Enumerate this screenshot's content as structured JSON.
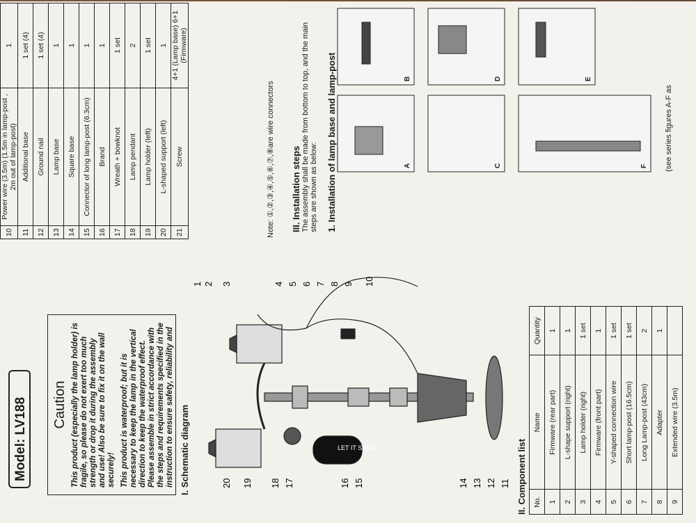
{
  "model": "Model: LV188",
  "caution": {
    "title": "Caution",
    "p1": "This product (especially the lamp holder) is fragile, so please do not exert too much strength or drop it during the assembly and use! Also be sure to fix it on the wall securely!",
    "p2": "This product is waterproof; but it is necessary to keep the lamp in the vertical direction to keep the waterproof effect. Please assemble in strict accordance with the steps and requirements specified in the instruction to ensure safety, reliability and"
  },
  "schematic": {
    "title": "I. Schematic diagram",
    "callouts": [
      "1",
      "2",
      "3",
      "4",
      "5",
      "6",
      "7",
      "8",
      "9",
      "10",
      "11",
      "12",
      "13",
      "14",
      "15",
      "16",
      "17",
      "18",
      "19",
      "20"
    ],
    "sign": "LET IT SNOW"
  },
  "top_table": {
    "rows": [
      [
        "10",
        "Power wire (3.5m) (1.5m in lamp-post , 2m out of lamp-post)",
        "1"
      ],
      [
        "11",
        "Additional base",
        "1 set (4)"
      ],
      [
        "12",
        "Ground nail",
        "1 set (4)"
      ],
      [
        "13",
        "Lamp base",
        "1"
      ],
      [
        "14",
        "Square base",
        "1"
      ],
      [
        "15",
        "Connector of long lamp-post (6.3cm)",
        "1"
      ],
      [
        "16",
        "Brand",
        "1"
      ],
      [
        "17",
        "Wreath + bowknot",
        "1 set"
      ],
      [
        "18",
        "Lamp pendant",
        "2"
      ],
      [
        "19",
        "Lamp holder (left)",
        "1 set"
      ],
      [
        "20",
        "L-shaped support (left)",
        "1"
      ],
      [
        "21",
        "Screw",
        "4+1 (Lamp base) 6+1 (Firmware)"
      ]
    ],
    "note": "Note: ①,②,③,④,⑤,⑥,⑦,⑧are wire connectors"
  },
  "component_list": {
    "title": "II. Component list",
    "headers": [
      "No.",
      "Name",
      "Quantity"
    ],
    "rows": [
      [
        "1",
        "Firmware (rear part)",
        "1"
      ],
      [
        "2",
        "L-shape support (right)",
        "1"
      ],
      [
        "3",
        "Lamp holder (right)",
        "1 set"
      ],
      [
        "4",
        "Firmware (front part)",
        "1"
      ],
      [
        "5",
        "Y-shaped connection wire",
        "1 set"
      ],
      [
        "6",
        "Short lamp-post (16.5cm)",
        "1 set"
      ],
      [
        "7",
        "Long Lamp-post (43cm)",
        "2"
      ],
      [
        "8",
        "Adapter",
        "1"
      ],
      [
        "9",
        "Extended wire (3.5m)",
        ""
      ]
    ]
  },
  "installation": {
    "title": "III. Installation steps",
    "intro": "The assembly shall be made from bottom to top, and the main steps are shown as below:",
    "step1": "1. Installation of lamp base and lamp-post",
    "figs": [
      "A",
      "B",
      "C",
      "D",
      "E",
      "F"
    ],
    "footer": "(see series figures A-F as"
  }
}
